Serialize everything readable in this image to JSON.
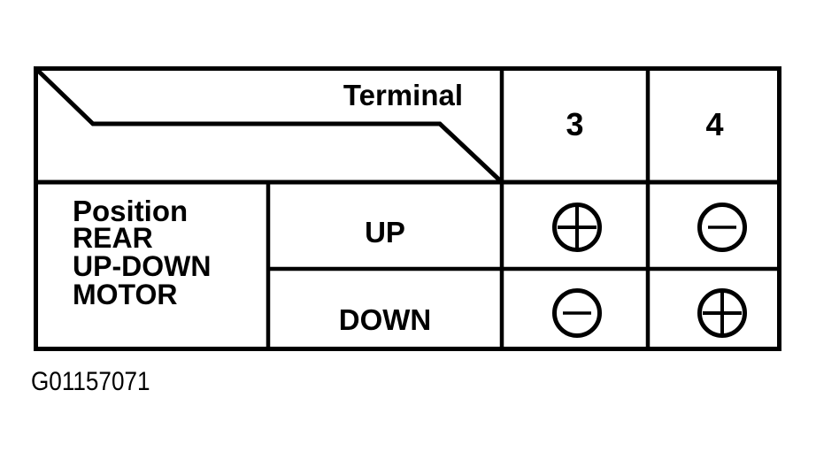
{
  "figure": {
    "caption": "G01157071"
  },
  "table": {
    "corner": {
      "terminal_label": "Terminal",
      "position_label": "Position"
    },
    "columns": [
      "3",
      "4"
    ],
    "row_group": {
      "lines": [
        "REAR",
        "UP-DOWN",
        "MOTOR"
      ]
    },
    "rows": [
      {
        "position": "UP",
        "terminals": [
          "plus",
          "minus"
        ]
      },
      {
        "position": "DOWN",
        "terminals": [
          "minus",
          "plus"
        ]
      }
    ]
  },
  "colors": {
    "ink": "#000000",
    "background": "#ffffff"
  }
}
